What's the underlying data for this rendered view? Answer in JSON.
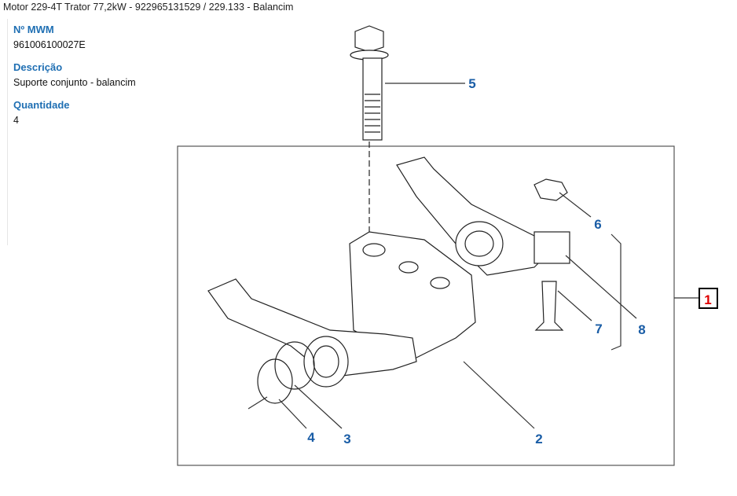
{
  "header": {
    "title": "Motor 229-4T Trator 77,2kW - 922965131529  /  229.133 - Balancim"
  },
  "details": [
    {
      "label": "Nº MWM",
      "value": "961006100027E"
    },
    {
      "label": "Descrição",
      "value": "Suporte conjunto - balancim"
    },
    {
      "label": "Quantidade",
      "value": "4"
    }
  ],
  "diagram": {
    "callouts": [
      "1",
      "2",
      "3",
      "4",
      "5",
      "6",
      "7",
      "8"
    ],
    "accent": "#e00000",
    "callout_color": "#1a5da6"
  }
}
